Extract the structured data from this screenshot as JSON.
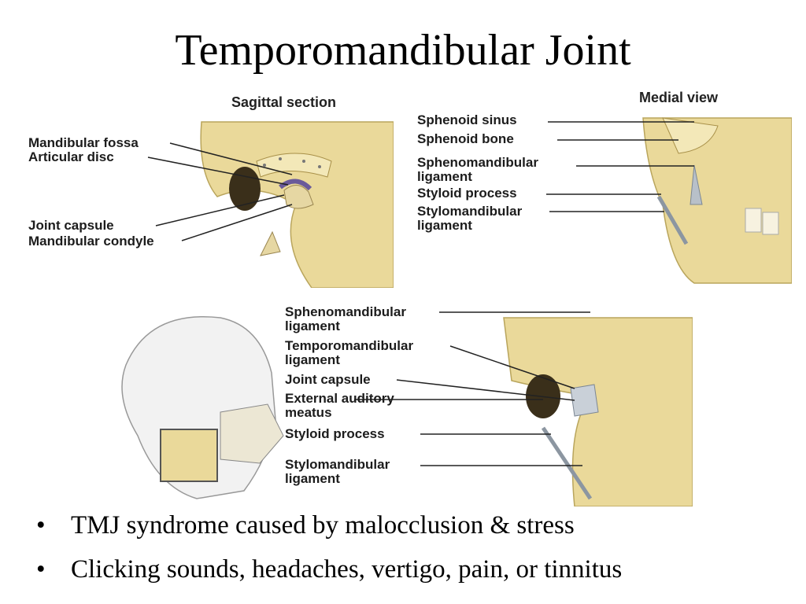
{
  "title": "Temporomandibular Joint",
  "sagittal": {
    "heading": "Sagittal section",
    "labels": [
      "Mandibular fossa",
      "Articular disc",
      "Joint capsule",
      "Mandibular condyle"
    ]
  },
  "medial": {
    "heading": "Medial view",
    "labels": [
      "Sphenoid sinus",
      "Sphenoid bone",
      "Sphenomandibular ligament",
      "Styloid process",
      "Stylomandibular ligament"
    ]
  },
  "lateral": {
    "labels": [
      "Sphenomandibular ligament",
      "Temporomandibular ligament",
      "Joint capsule",
      "External auditory meatus",
      "Styloid process",
      "Stylomandibular ligament"
    ]
  },
  "bullets": [
    "TMJ syndrome caused by malocclusion & stress",
    "Clicking sounds, headaches, vertigo, pain, or tinnitus"
  ],
  "bullet_char": "•",
  "colors": {
    "bone": "#e8d99a",
    "bone_dark": "#c9b56a",
    "ligament": "#9aa3ad",
    "disc": "#6a5a9a"
  }
}
